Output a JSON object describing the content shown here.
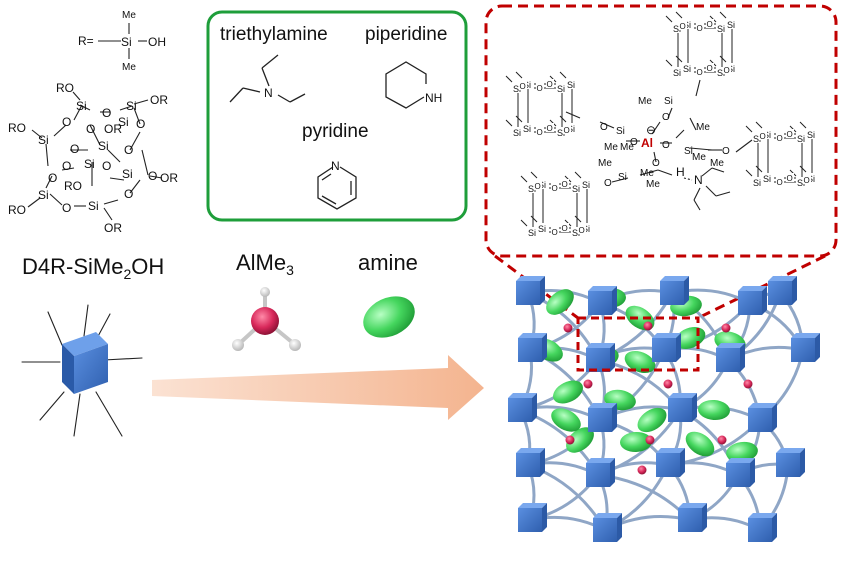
{
  "monomer": {
    "r_label": "R=",
    "me_top": "Me",
    "si": "Si",
    "oh": "OH",
    "me_bottom": "Me",
    "atoms": {
      "si": "Si",
      "o": "O",
      "ro": "RO",
      "or": "OR"
    },
    "name_main": "D4R-SiMe",
    "name_sub": "2",
    "name_end": "OH"
  },
  "amines_box": {
    "triethylamine": "triethylamine",
    "piperidine": "piperidine",
    "pyridine": "pyridine",
    "n_atom": "N",
    "nh_atom": "NH"
  },
  "reagents": {
    "almethyl_main": "AlMe",
    "almethyl_sub": "3",
    "amine": "amine"
  },
  "detail": {
    "al": "Al",
    "h": "H",
    "n": "N",
    "me": "Me",
    "minus": "⊖",
    "si": "Si",
    "o": "O"
  },
  "colors": {
    "amine_box_border": "#1e9e3a",
    "detail_border": "#c00000",
    "arrow": "#f7c4a6",
    "cube": "#3d73c8",
    "al_atom": "#d8285a",
    "amine_blob": "#3dcc55"
  }
}
